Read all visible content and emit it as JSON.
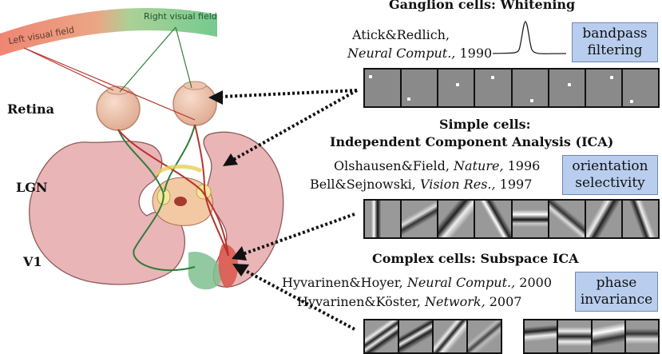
{
  "left_panel": {
    "visual_fields": {
      "left": "Left visual field",
      "right": "Right visual field"
    },
    "stages": [
      "Retina",
      "LGN",
      "V1"
    ]
  },
  "sections": {
    "ganglion": {
      "title": "Ganglion cells: Whitening",
      "citations": [
        {
          "authors": "Atick&Redlich,",
          "journal": "Neural Comput.,",
          "year": "1990"
        }
      ],
      "box": [
        "bandpass",
        "filtering"
      ]
    },
    "simple": {
      "title": [
        "Simple cells:",
        "Independent Component Analysis (ICA)"
      ],
      "citations": [
        {
          "authors": "Olshausen&Field,",
          "journal": "Nature,",
          "year": "1996"
        },
        {
          "authors": "Bell&Sejnowski,",
          "journal": "Vision Res.,",
          "year": "1997"
        }
      ],
      "box": [
        "orientation",
        "selectivity"
      ]
    },
    "complex": {
      "title": "Complex cells: Subspace ICA",
      "citations": [
        {
          "authors": "Hyvarinen&Hoyer,",
          "journal": "Neural Comput.,",
          "year": "2000"
        },
        {
          "authors": "Hyvarinen&Köster,",
          "journal": "Network,",
          "year": "2007"
        }
      ],
      "box": [
        "phase",
        "invariance"
      ]
    }
  },
  "colors": {
    "field_left": "#ef7e6c",
    "field_right": "#6ec78a",
    "box_fill": "#b9cdee",
    "brain": "#e9b5b7",
    "green_path": "#2f7d3b",
    "red_path": "#b7342c"
  }
}
